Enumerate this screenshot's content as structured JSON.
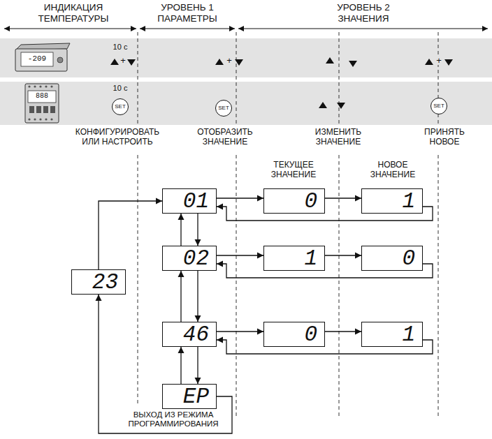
{
  "diagram": {
    "nodes": [
      {
        "text": [
          "SET"
        ]
      },
      {
        "text": [
          "SET"
        ]
      },
      {
        "text": [
          "SET"
        ]
      },
      {
        "text": [
          "01"
        ]
      },
      {
        "text": [
          "0"
        ]
      },
      {
        "text": [
          "1"
        ]
      },
      {
        "text": [
          "02"
        ]
      },
      {
        "text": [
          "1"
        ]
      },
      {
        "text": [
          "0"
        ]
      },
      {
        "text": [
          "23"
        ]
      },
      {
        "text": [
          "46"
        ]
      },
      {
        "text": [
          "0"
        ]
      },
      {
        "text": [
          "1"
        ]
      },
      {
        "text": [
          "EP"
        ]
      }
    ],
    "edges": [
      {
        "from": 3,
        "to": 4,
        "arrow": "to"
      },
      {
        "from": 4,
        "to": 5,
        "arrow": "to"
      },
      {
        "from": 5,
        "to": 3,
        "arrow": "to"
      },
      {
        "from": 6,
        "to": 7,
        "arrow": "to"
      },
      {
        "from": 7,
        "to": 8,
        "arrow": "to"
      },
      {
        "from": 8,
        "to": 6,
        "arrow": "to"
      },
      {
        "from": 10,
        "to": 11,
        "arrow": "to"
      },
      {
        "from": 11,
        "to": 12,
        "arrow": "to"
      },
      {
        "from": 12,
        "to": 10,
        "arrow": "to"
      },
      {
        "from": 3,
        "to": 6,
        "arrow": "to"
      },
      {
        "from": 6,
        "to": 3,
        "arrow": "to"
      },
      {
        "from": 6,
        "to": 10,
        "arrow": "to"
      },
      {
        "from": 10,
        "to": 6,
        "arrow": "to"
      },
      {
        "from": 10,
        "to": 13,
        "arrow": "to"
      },
      {
        "from": 13,
        "to": 10,
        "arrow": "to"
      },
      {
        "from": 13,
        "to": 9,
        "arrow": "to"
      },
      {
        "from": 9,
        "to": 3,
        "arrow": "to"
      }
    ],
    "labels": [
      "ИНДИКАЦИЯ ТЕМПЕРАТУРЫ",
      "УРОВЕНЬ 1 ПАРАМЕТРЫ",
      "УРОВЕНЬ 2 ЗНАЧЕНИЯ",
      "-209",
      "10 с",
      "+",
      "+",
      "+",
      "888",
      "10 с",
      "КОНФИГУРИРОВАТЬ ИЛИ НАСТРОИТЬ",
      "ОТОБРАЗИТЬ ЗНАЧЕНИЕ",
      "ИЗМЕНИТЬ ЗНАЧЕНИЕ",
      "ПРИНЯТЬ НОВОЕ",
      "ТЕКУЩЕЕ ЗНАЧЕНИЕ",
      "НОВОЕ ЗНАЧЕНИЕ",
      "ВЫХОД ИЗ РЕЖИМА ПРОГРАММИРОВАНИЯ"
    ]
  }
}
